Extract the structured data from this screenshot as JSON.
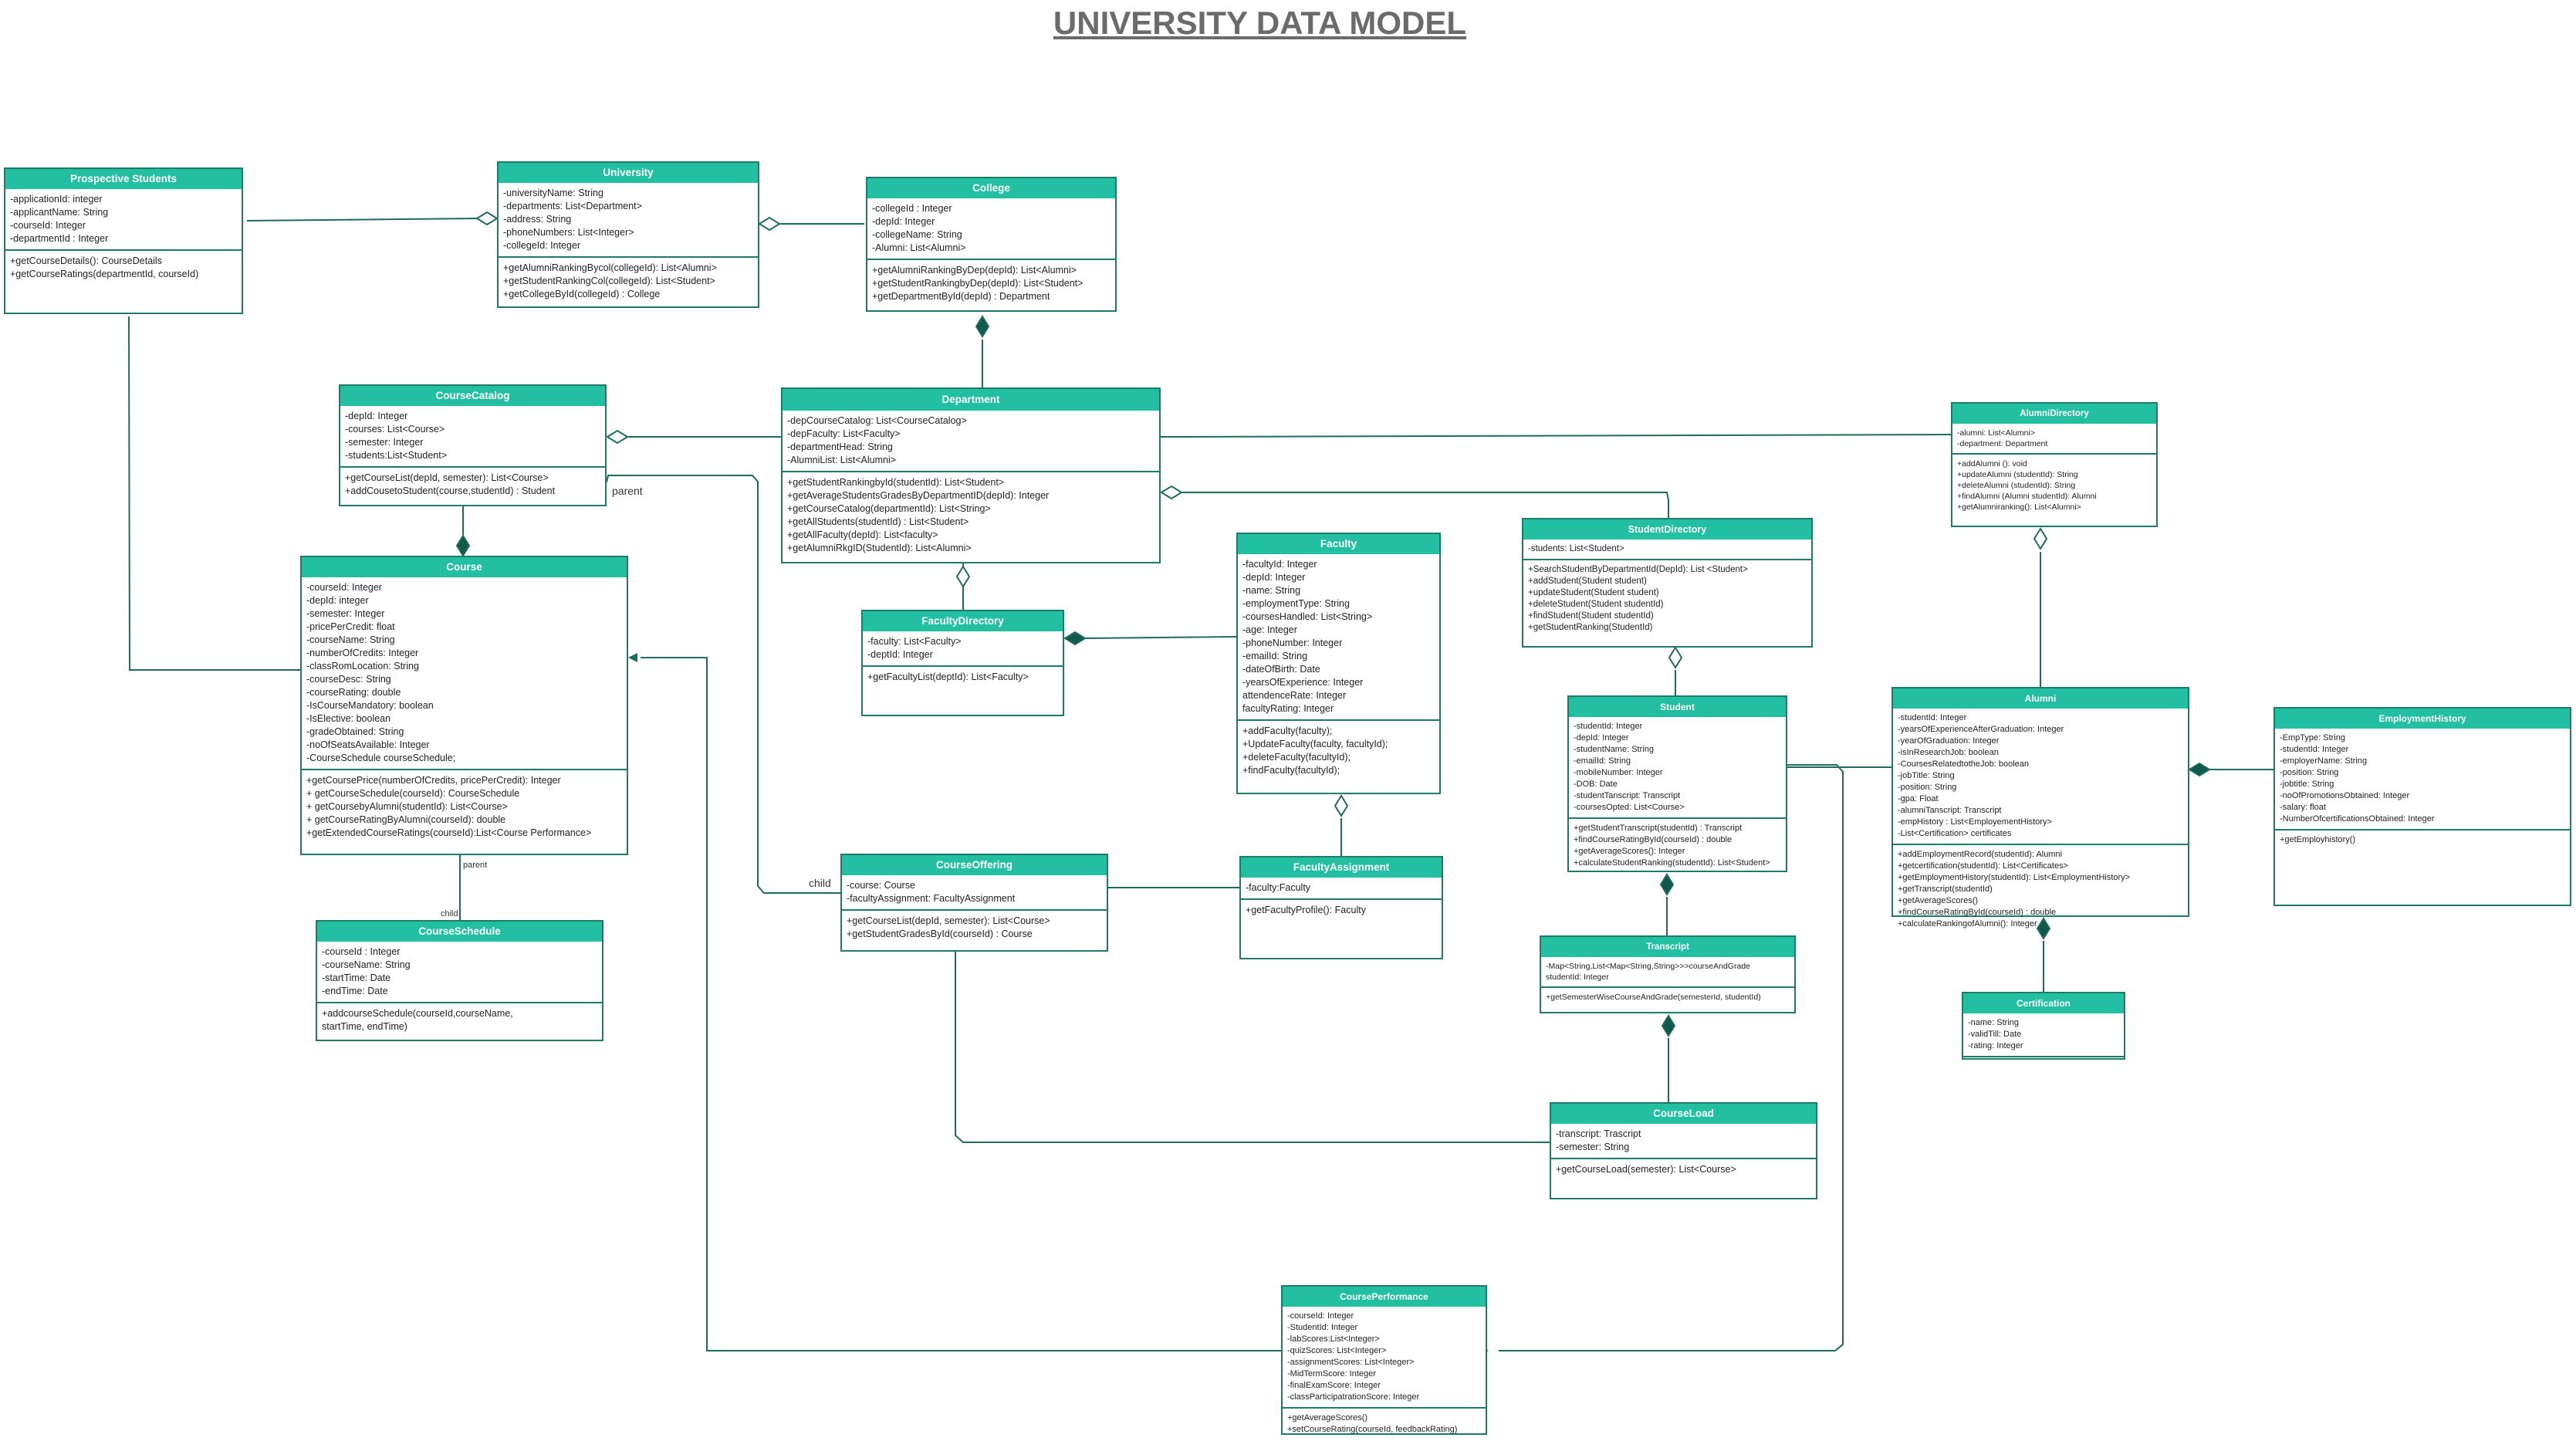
{
  "title": "UNIVERSITY DATA MODEL",
  "colors": {
    "header": "#22bfa2",
    "border": "#1f7a6a",
    "line": "#1f6b5c",
    "title": "#6b6b6b"
  },
  "classes": {
    "prospective": {
      "name": "Prospective Students",
      "attributes": [
        "-applicationId: integer",
        "-applicantName: String",
        "-courseId: Integer",
        "-departmentId : Integer"
      ],
      "methods": [
        "+getCourseDetails(): CourseDetails",
        "+getCourseRatings(departmentId, courseId)"
      ]
    },
    "university": {
      "name": "University",
      "attributes": [
        "-universityName: String",
        "-departments: List<Department>",
        "-address: String",
        "-phoneNumbers: List<Integer>",
        "-collegeId: Integer"
      ],
      "methods": [
        "+getAlumniRankingBycol(collegeId):  List<Alumni>",
        "+getStudentRankingCol(collegeId): List<Student>",
        "+getCollegeById(collegeId) : College"
      ]
    },
    "college": {
      "name": "College",
      "attributes": [
        "-collegeId : Integer",
        "-depId: Integer",
        "-collegeName: String",
        "-Alumni: List<Alumni>"
      ],
      "methods": [
        "+getAlumniRankingByDep(depId): List<Alumni>",
        "+getStudentRankingbyDep(depId): List<Student>",
        "+getDepartmentById(depId) : Department"
      ]
    },
    "department": {
      "name": "Department",
      "attributes": [
        "-depCourseCatalog: List<CourseCatalog>",
        "-depFaculty: List<Faculty>",
        "-departmentHead: String",
        "-AlumniList: List<Alumni>"
      ],
      "methods": [
        "+getStudentRankingbyId(studentId): List<Student>",
        "+getAverageStudentsGradesByDepartmentID(depId): Integer",
        "+getCourseCatalog(departmentId): List<String>",
        "+getAllStudents(studentId) : List<Student>",
        "+getAllFaculty(depId): List<faculty>",
        "+getAlumniRkgID(StudentId): List<Alumni>"
      ]
    },
    "coursecatalog": {
      "name": "CourseCatalog",
      "attributes": [
        "-depId: Integer",
        "-courses: List<Course>",
        "-semester: Integer",
        "-students:List<Student>"
      ],
      "methods": [
        "+getCourseList(depId, semester): List<Course>",
        "+addCousetoStudent(course,studentId) : Student"
      ]
    },
    "course": {
      "name": "Course",
      "attributes": [
        "-courseId: Integer",
        "-depId: integer",
        "-semester: Integer",
        "-pricePerCredit: float",
        "-courseName: String",
        "-numberOfCredits: Integer",
        "-classRomLocation: String",
        "-courseDesc: String",
        "-courseRating: double",
        "-IsCourseMandatory: boolean",
        "-IsElective: boolean",
        "-gradeObtained: String",
        "-noOfSeatsAvailable: Integer",
        "-CourseSchedule courseSchedule;"
      ],
      "methods": [
        "+getCoursePrice(numberOfCredits, pricePerCredit): Integer",
        "+ getCourseSchedule(courseId): CourseSchedule",
        "+ getCoursebyAlumni(studentId): List<Course>",
        "+ getCourseRatingByAlumni(courseId): double",
        "+getExtendedCourseRatings(courseId):List<Course Performance>"
      ]
    },
    "courseschedule": {
      "name": "CourseSchedule",
      "attributes": [
        "-courseId : Integer",
        "-courseName: String",
        "-startTime: Date",
        "-endTime: Date"
      ],
      "methods": [
        "+addcourseSchedule(courseId,courseName,",
        "  startTime, endTime)"
      ]
    },
    "facultydirectory": {
      "name": "FacultyDirectory",
      "attributes": [
        "-faculty: List<Faculty>",
        "-deptId: Integer"
      ],
      "methods": [
        "+getFacultyList(deptId): List<Faculty>"
      ]
    },
    "faculty": {
      "name": "Faculty",
      "attributes": [
        "-facultyId: Integer",
        "-depId: Integer",
        "-name: String",
        "-employmentType: String",
        "-coursesHandled: List<String>",
        "-age: Integer",
        "-phoneNumber: Integer",
        "-emailId: String",
        "-dateOfBirth: Date",
        "-yearsOfExperience: Integer",
        "attendenceRate: Integer",
        "facultyRating: Integer"
      ],
      "methods": [
        "+addFaculty(faculty);",
        "+UpdateFaculty(faculty, facultyId);",
        "+deleteFaculty(facultyId);",
        "+findFaculty(facultyId);"
      ]
    },
    "courseoffering": {
      "name": "CourseOffering",
      "attributes": [
        "-course: Course",
        "-facultyAssignment: FacultyAssignment"
      ],
      "methods": [
        "+getCourseList(depId, semester): List<Course>",
        "+getStudentGradesById(courseId) : Course"
      ]
    },
    "facultyassignment": {
      "name": "FacultyAssignment",
      "attributes": [
        "-faculty:Faculty"
      ],
      "methods": [
        "+getFacultyProfile(): Faculty"
      ]
    },
    "studentdirectory": {
      "name": "StudentDirectory",
      "attributes": [
        "-students: List<Student>"
      ],
      "methods": [
        "+SearchStudentByDepartmentId(DepId): List <Student>",
        "+addStudent(Student student)",
        "+updateStudent(Student student)",
        "+deleteStudent(Student studentId)",
        "+findStudent(Student studentId)",
        "+getStudentRanking(StudentId)"
      ]
    },
    "student": {
      "name": "Student",
      "attributes": [
        "-studentId: Integer",
        "-depId: Integer",
        "-studentName: String",
        "-emailId: String",
        "-mobileNumber: Integer",
        "-DOB: Date",
        "-studentTanscript: Transcript",
        "-coursesOpted: List<Course>"
      ],
      "methods": [
        "+getStudentTranscript(studentId) : Transcript",
        "+findCourseRatingById(courseId) : double",
        "+getAverageScores(): Integer",
        "+calculateStudentRanking(studentId): List<Student>"
      ]
    },
    "transcript": {
      "name": "Transcript",
      "attributes": [
        "-Map<String,List<Map<String,String>>>courseAndGrade",
        "studentId: Integer"
      ],
      "methods": [
        "+getSemesterWiseCourseAndGrade(semesterId, studentId)"
      ]
    },
    "courseload": {
      "name": "CourseLoad",
      "attributes": [
        "-transcript: Trascript",
        "-semester: String"
      ],
      "methods": [
        "+getCourseLoad(semester): List<Course>"
      ]
    },
    "alumnidirectory": {
      "name": "AlumniDirectory",
      "attributes": [
        "-alumni: List<Alumni>",
        "-department: Department"
      ],
      "methods": [
        "+addAlumni (): void",
        "+updateAlumni (studentId): String",
        "+deleteAlumni (studentId): String",
        "+findAlumni (Alumni studentId): Alumni",
        "+getAlumniranking(): List<Alumni>"
      ]
    },
    "alumni": {
      "name": "Alumni",
      "attributes": [
        "-studentId: Integer",
        "-yearsOfExperienceAfterGraduation: Integer",
        "-yearOfGraduation: Integer",
        "-isInResearchJob: boolean",
        "-CoursesRelatedtotheJob: boolean",
        "-jobTitle: String",
        "-position: String",
        "-gpa: Float",
        "-alumniTanscript: Transcript",
        "-empHistory : List<EmployementHistory>",
        "-List<Certification> certificates"
      ],
      "methods": [
        "+addEmploymentRecord(studentId): Alumni",
        "+getcertification(studentId): List<Certificates>",
        "+getEmploymentHistory(studentId): List<EmploymentHistory>",
        "+getTranscript(studentId)",
        "+getAverageScores()",
        "+findCourseRatingById(courseId) : double",
        "+calculateRankingofAlumni(): Integer"
      ]
    },
    "employmenthistory": {
      "name": "EmploymentHistory",
      "attributes": [
        "-EmpType: String",
        "-studentId: Integer",
        "-employerName: String",
        "-position: String",
        "-jobtitle: String",
        "-noOfPromotionsObtained: Integer",
        "-salary: float",
        "-NumberOfcertificationsObtained: Integer"
      ],
      "methods": [
        "+getEmployhistory()"
      ]
    },
    "certification": {
      "name": "Certification",
      "attributes": [
        "-name: String",
        "-validTill: Date",
        "-rating: Integer"
      ],
      "methods": []
    },
    "courseperformance": {
      "name": "CoursePerformance",
      "attributes": [
        "-courseId: Integer",
        "-StudentId: Integer",
        "-labScores:List<Integer>",
        "-quizScores: List<Integer>",
        "-assignmentScores: List<Integer>",
        "-MidTermScore: Integer",
        "-finalExamScore: Integer",
        "-classParticipatrationScore: Integer"
      ],
      "methods": [
        "+getAverageScores()",
        "+setCourseRating(courseId, feedbackRating)"
      ]
    }
  },
  "labels": {
    "cc_parent": "parent",
    "co_child": "child",
    "course_parent": "parent",
    "schedule_child": "child"
  }
}
